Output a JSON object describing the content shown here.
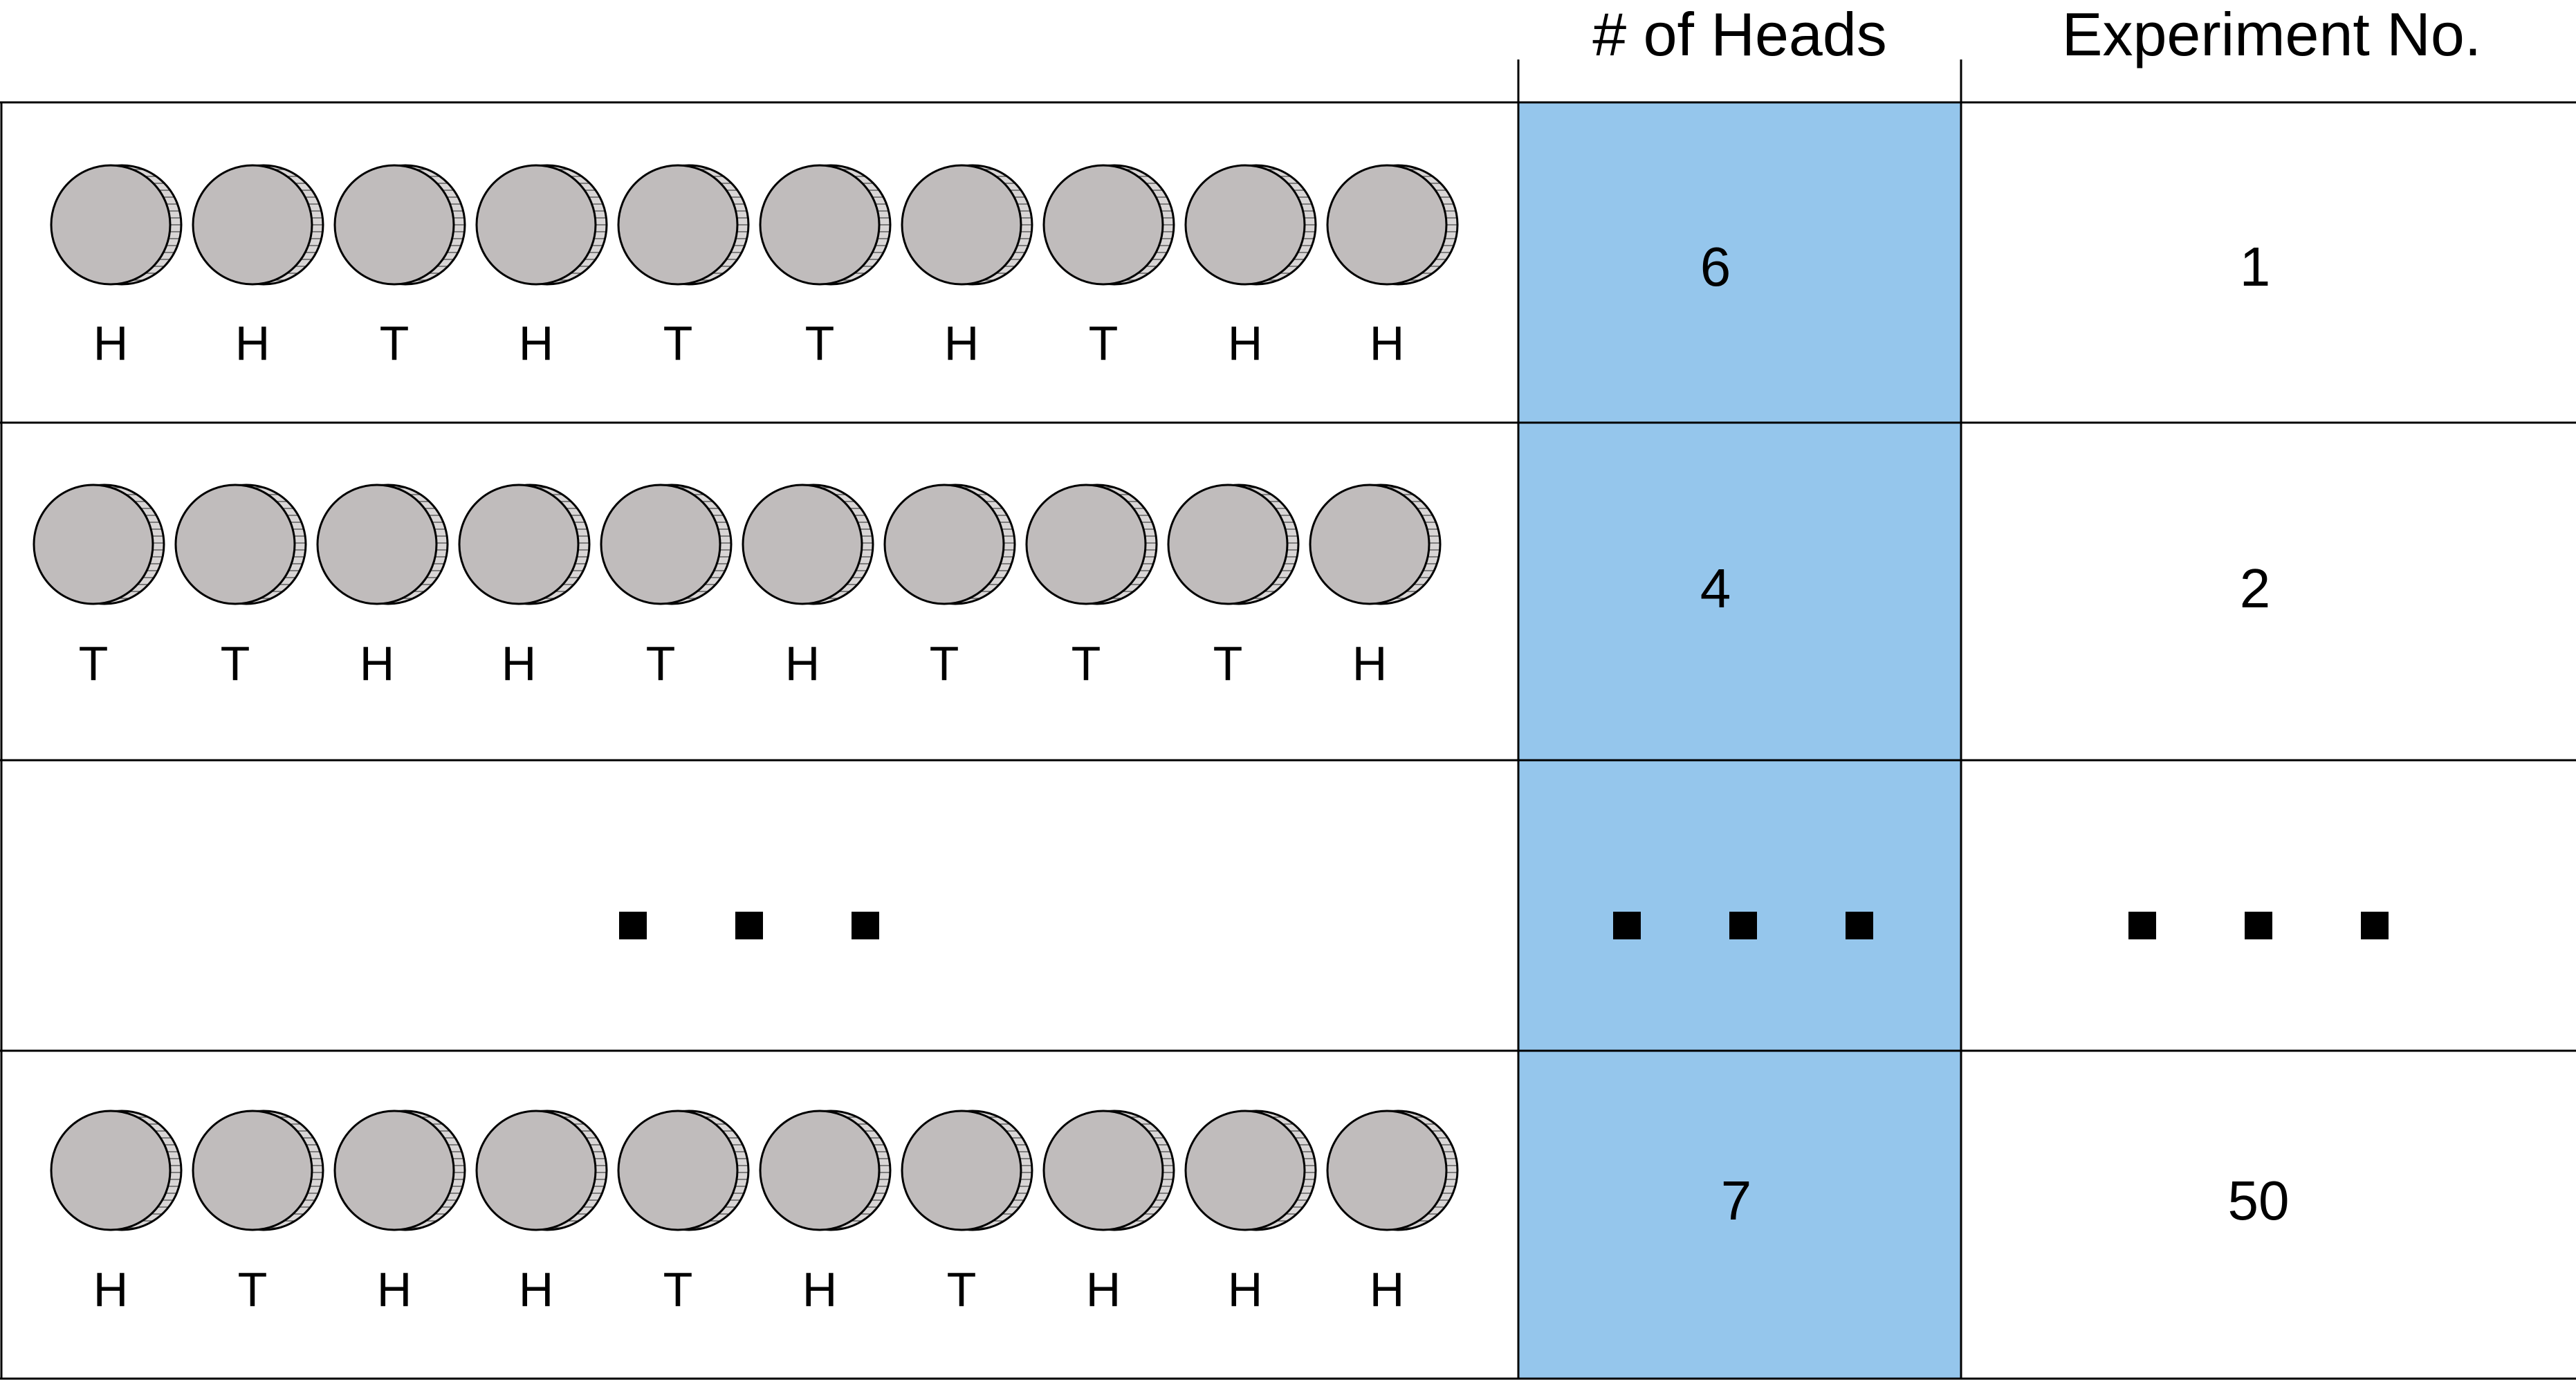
{
  "headers": {
    "heads_count": "# of Heads",
    "experiment_no": "Experiment No."
  },
  "colors": {
    "highlight_column": "#95c6ec",
    "coin_face": "#c0bcbc",
    "coin_edge": "#d9d6d6",
    "grid_line": "#000000"
  },
  "ellipsis_marker": "■",
  "rows": [
    {
      "kind": "coins",
      "flips": [
        "H",
        "H",
        "T",
        "H",
        "T",
        "T",
        "H",
        "T",
        "H",
        "H"
      ],
      "heads": "6",
      "experiment": "1"
    },
    {
      "kind": "coins",
      "flips": [
        "T",
        "T",
        "H",
        "H",
        "T",
        "H",
        "T",
        "T",
        "T",
        "H"
      ],
      "heads": "4",
      "experiment": "2"
    },
    {
      "kind": "ellipsis",
      "flips": [],
      "heads": "",
      "experiment": ""
    },
    {
      "kind": "coins",
      "flips": [
        "H",
        "T",
        "H",
        "H",
        "T",
        "H",
        "T",
        "H",
        "H",
        "H"
      ],
      "heads": "7",
      "experiment": "50"
    }
  ]
}
